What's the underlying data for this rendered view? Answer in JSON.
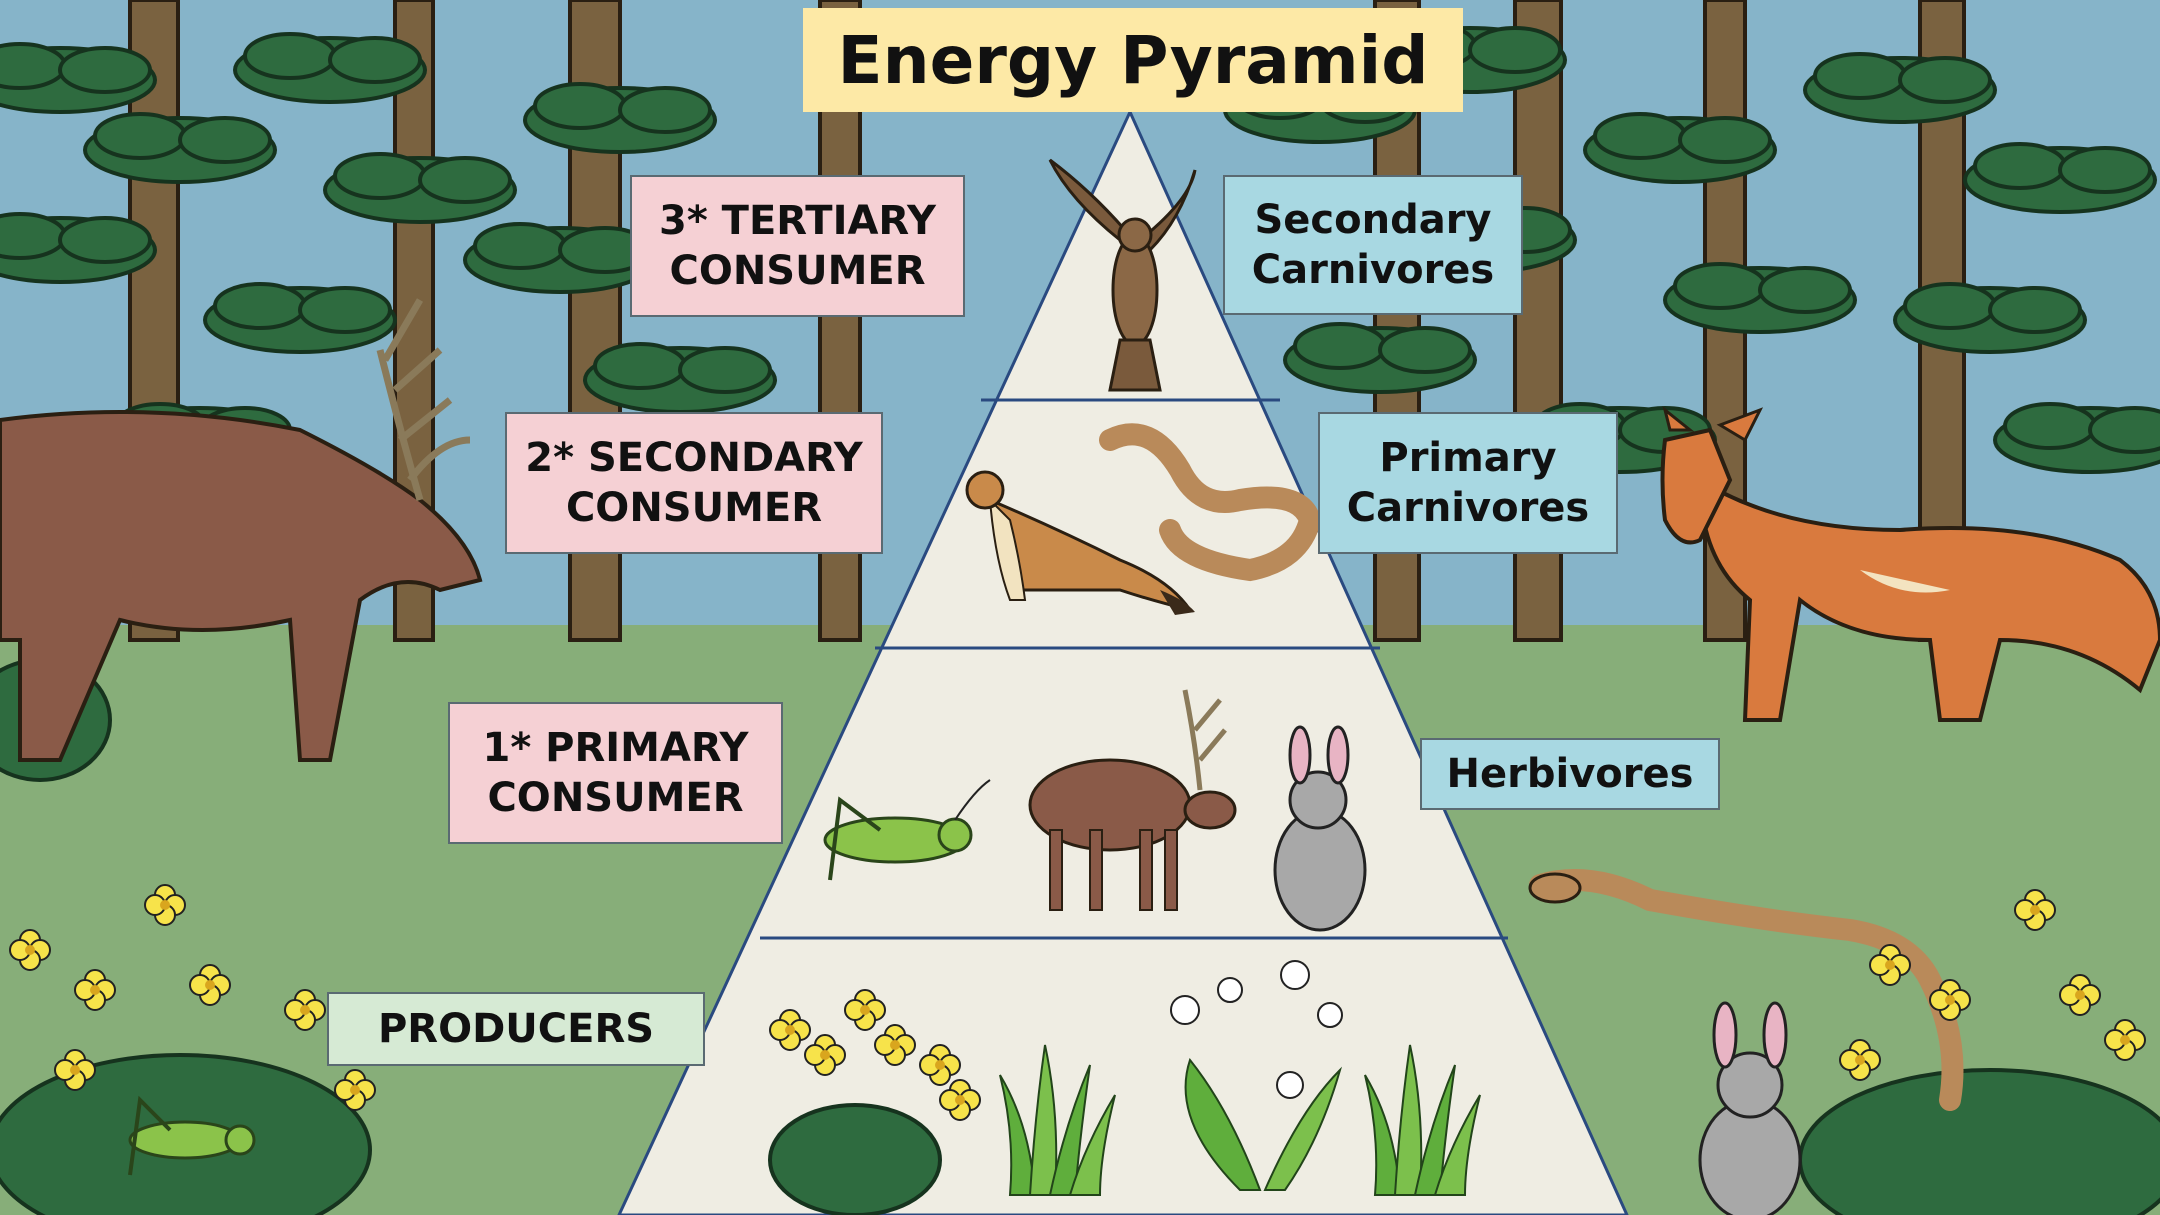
{
  "title": "Energy Pyramid",
  "levels": {
    "tertiary": {
      "left_line1": "3* TERTIARY",
      "left_line2": "CONSUMER",
      "right_line1": "Secondary",
      "right_line2": "Carnivores"
    },
    "secondary": {
      "left_line1": "2* SECONDARY",
      "left_line2": "CONSUMER",
      "right_line1": "Primary",
      "right_line2": "Carnivores"
    },
    "primary": {
      "left_line1": "1* PRIMARY",
      "left_line2": "CONSUMER",
      "right_label": "Herbivores"
    },
    "producers": {
      "left_label": "PRODUCERS"
    }
  },
  "colors": {
    "sky": "#86b4c9",
    "grass": "#87ae79",
    "tree_trunk": "#7a6240",
    "foliage": "#2e6b3f",
    "pyramid": "#efede3",
    "pyramid_line": "#2a4a80",
    "consumer_label": "#f5d0d4",
    "role_label": "#a8d8e2",
    "producer_label": "#d6ead4",
    "title_bg": "#fde9a6"
  },
  "icons": [
    "hawk-icon",
    "weasel-icon",
    "snake-icon",
    "grasshopper-icon",
    "elk-icon",
    "rabbit-icon",
    "flower-bush-icon",
    "grass-icon",
    "daisy-icon",
    "fox-icon"
  ]
}
